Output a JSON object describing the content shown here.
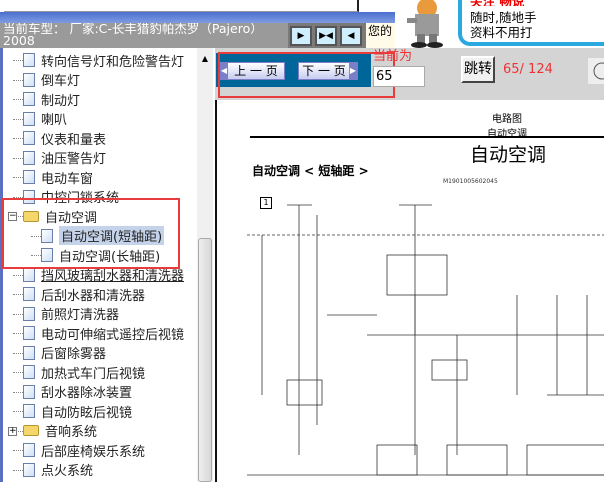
{
  "window": {
    "title": "当前车型： 厂家:C-长丰猎豹帕杰罗（Pajero） 2008",
    "message_partial": "您的",
    "ad_lines": [
      "关注 畅说",
      "随时,随地手",
      "资料不用打"
    ]
  },
  "view_buttons": [
    "collapse-right",
    "split",
    "collapse-left"
  ],
  "tree": {
    "items": [
      {
        "label": "转向信号灯和危险警告灯",
        "type": "doc",
        "level": 1,
        "cut": true
      },
      {
        "label": "倒车灯",
        "type": "doc",
        "level": 1
      },
      {
        "label": "制动灯",
        "type": "doc",
        "level": 1
      },
      {
        "label": "喇叭",
        "type": "doc",
        "level": 1
      },
      {
        "label": "仪表和量表",
        "type": "doc",
        "level": 1
      },
      {
        "label": "油压警告灯",
        "type": "doc",
        "level": 1
      },
      {
        "label": "电动车窗",
        "type": "doc",
        "level": 1
      },
      {
        "label": "中控门锁系统",
        "type": "doc",
        "level": 1
      },
      {
        "label": "自动空调",
        "type": "folder",
        "level": 1,
        "expanded": true
      },
      {
        "label": "自动空调(短轴距)",
        "type": "doc",
        "level": 2,
        "selected": true
      },
      {
        "label": "自动空调(长轴距)",
        "type": "doc",
        "level": 2
      },
      {
        "label": "挡风玻璃刮水器和清洗器",
        "type": "doc",
        "level": 1,
        "underline": true
      },
      {
        "label": "后刮水器和清洗器",
        "type": "doc",
        "level": 1
      },
      {
        "label": "前照灯清洗器",
        "type": "doc",
        "level": 1
      },
      {
        "label": "电动可伸缩式遥控后视镜",
        "type": "doc",
        "level": 1
      },
      {
        "label": "后窗除雾器",
        "type": "doc",
        "level": 1
      },
      {
        "label": "加热式车门后视镜",
        "type": "doc",
        "level": 1
      },
      {
        "label": "刮水器除冰装置",
        "type": "doc",
        "level": 1
      },
      {
        "label": "自动防眩后视镜",
        "type": "doc",
        "level": 1
      },
      {
        "label": "音响系统",
        "type": "folder",
        "level": 1,
        "expanded": false
      },
      {
        "label": "后部座椅娱乐系统",
        "type": "doc",
        "level": 1
      },
      {
        "label": "点火系统",
        "type": "doc",
        "level": 1,
        "cut": true
      }
    ]
  },
  "toolbar": {
    "prev_label": "上 一 页",
    "next_label": "下 一 页",
    "current_label": "当前为",
    "page_value": "65",
    "go_label": "跳转",
    "page_count": "65/ 124"
  },
  "document": {
    "header_line1": "电路图",
    "header_line2": "自动空调",
    "title": "自动空调",
    "subtitle": "自动空调 < 短轴距 >",
    "code": "M1901005602045",
    "box_label": "1"
  },
  "colors": {
    "highlight_red": "#e83b3b",
    "panel_blue": "#006699",
    "selected_bg": "#c5d3ea"
  }
}
